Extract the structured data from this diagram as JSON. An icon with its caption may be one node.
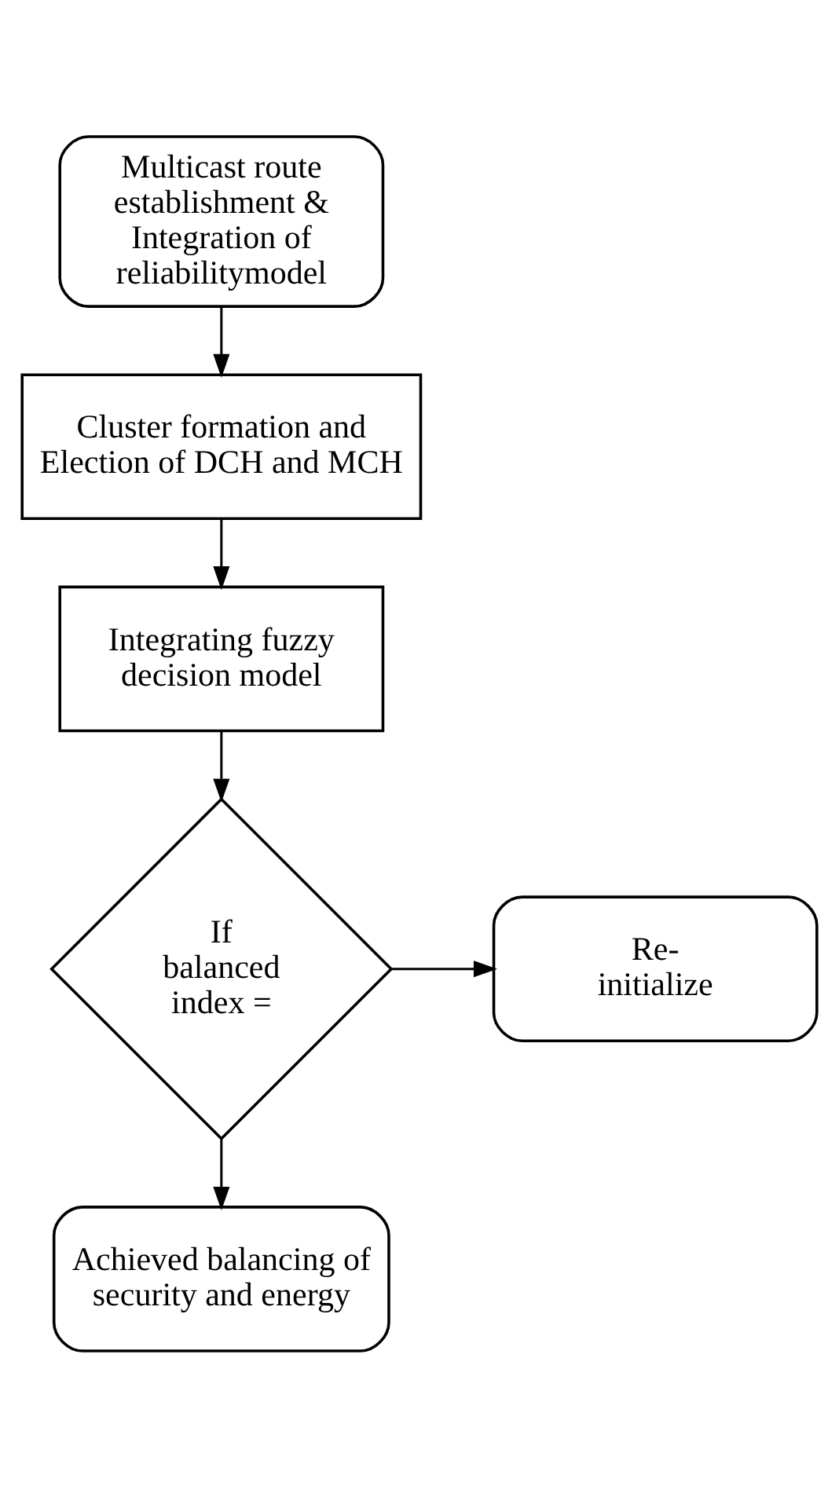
{
  "diagram": {
    "nodes": [
      {
        "text": [
          "Multicast route establishment & Integration of reliabilitymodel"
        ]
      },
      {
        "text": [
          "Cluster formation and Election of DCH and MCH"
        ]
      },
      {
        "text": [
          "Integrating fuzzy decision model"
        ]
      },
      {
        "text": [
          "If balanced index ="
        ]
      },
      {
        "text": [
          "Re- initialize"
        ]
      },
      {
        "text": [
          "Achieved balancing of security and energy"
        ]
      }
    ],
    "edges": [
      {
        "from": 0,
        "to": 1,
        "arrow": "to"
      },
      {
        "from": 1,
        "to": 2,
        "arrow": "to"
      },
      {
        "from": 2,
        "to": 3,
        "arrow": "to"
      },
      {
        "from": 3,
        "to": 4,
        "arrow": "to"
      },
      {
        "from": 3,
        "to": 5,
        "arrow": "to"
      }
    ]
  }
}
